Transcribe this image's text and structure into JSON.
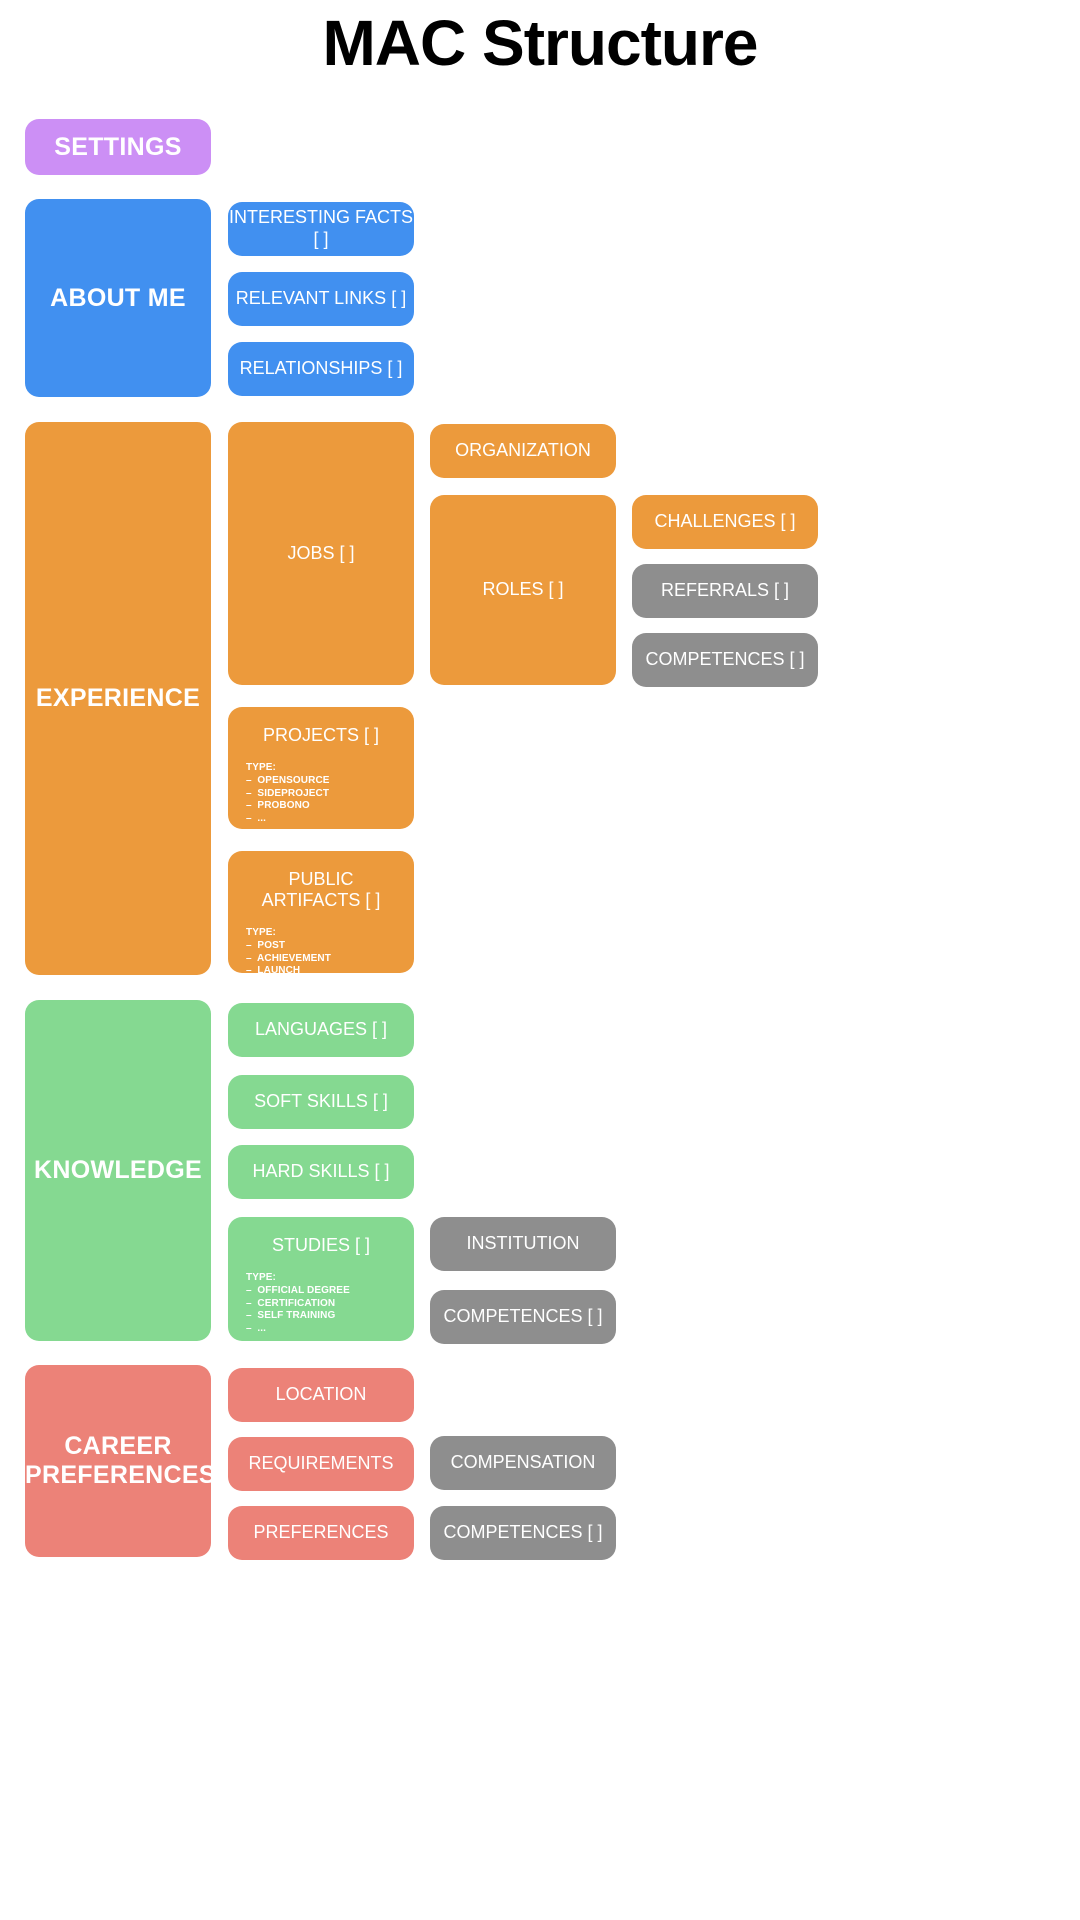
{
  "page": {
    "title": "MAC Structure"
  },
  "colors": {
    "purple": "#CC8FF5",
    "blue": "#4190F0",
    "orange": "#EC9A3C",
    "green": "#85D991",
    "red": "#EC8278",
    "gray": "#8E8E8E",
    "text": "#FFFFFF",
    "title": "#000000",
    "background": "#FFFFFF"
  },
  "sections": {
    "settings": {
      "label": "SETTINGS"
    },
    "about_me": {
      "label": "ABOUT ME",
      "children": [
        {
          "label": "INTERESTING FACTS [ ]"
        },
        {
          "label": "RELEVANT LINKS [ ]"
        },
        {
          "label": "RELATIONSHIPS [ ]"
        }
      ]
    },
    "experience": {
      "label": "EXPERIENCE",
      "jobs": {
        "label": "JOBS [ ]"
      },
      "organization": {
        "label": "ORGANIZATION"
      },
      "roles": {
        "label": "ROLES [ ]"
      },
      "challenges": {
        "label": "CHALLENGES [ ]"
      },
      "referrals": {
        "label": "REFERRALS [ ]"
      },
      "competences": {
        "label": "COMPETENCES [ ]"
      },
      "projects": {
        "label": "PROJECTS [ ]",
        "type_heading": "TYPE:",
        "types": [
          "–  OPENSOURCE",
          "–  SIDEPROJECT",
          "–  PROBONO",
          "–  ..."
        ]
      },
      "public_artifacts": {
        "label": "PUBLIC ARTIFACTS [ ]",
        "type_heading": "TYPE:",
        "types": [
          "–  POST",
          "–  ACHIEVEMENT",
          "–  LAUNCH",
          "–  ..."
        ]
      }
    },
    "knowledge": {
      "label": "KNOWLEDGE",
      "languages": {
        "label": "LANGUAGES [ ]"
      },
      "soft_skills": {
        "label": "SOFT SKILLS [ ]"
      },
      "hard_skills": {
        "label": "HARD SKILLS [ ]"
      },
      "studies": {
        "label": "STUDIES [ ]",
        "type_heading": "TYPE:",
        "types": [
          "–  OFFICIAL DEGREE",
          "–  CERTIFICATION",
          "–  SELF TRAINING",
          "–  ..."
        ]
      },
      "institution": {
        "label": "INSTITUTION"
      },
      "competences": {
        "label": "COMPETENCES [ ]"
      }
    },
    "career_preferences": {
      "label": "CAREER\nPREFERENCES",
      "location": {
        "label": "LOCATION"
      },
      "requirements": {
        "label": "REQUIREMENTS"
      },
      "preferences": {
        "label": "PREFERENCES"
      },
      "compensation": {
        "label": "COMPENSATION"
      },
      "competences": {
        "label": "COMPETENCES [ ]"
      }
    }
  }
}
